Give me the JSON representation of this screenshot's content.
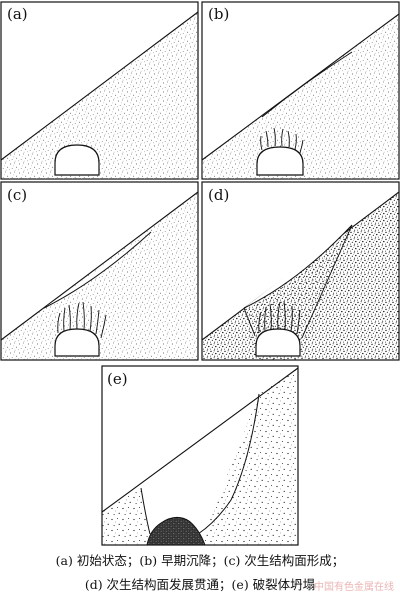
{
  "panels": [
    {
      "label": "(a)"
    },
    {
      "label": "(b)"
    },
    {
      "label": "(c)"
    },
    {
      "label": "(d)"
    },
    {
      "label": "(e)"
    }
  ],
  "caption": {
    "line1": "(a) 初始状态；(b) 早期沉降；(c) 次生结构面形成；",
    "line2": "(d) 次生结构面发展贯通；(e) 破裂体坍塌"
  },
  "watermark": "中国有色金属在线"
}
